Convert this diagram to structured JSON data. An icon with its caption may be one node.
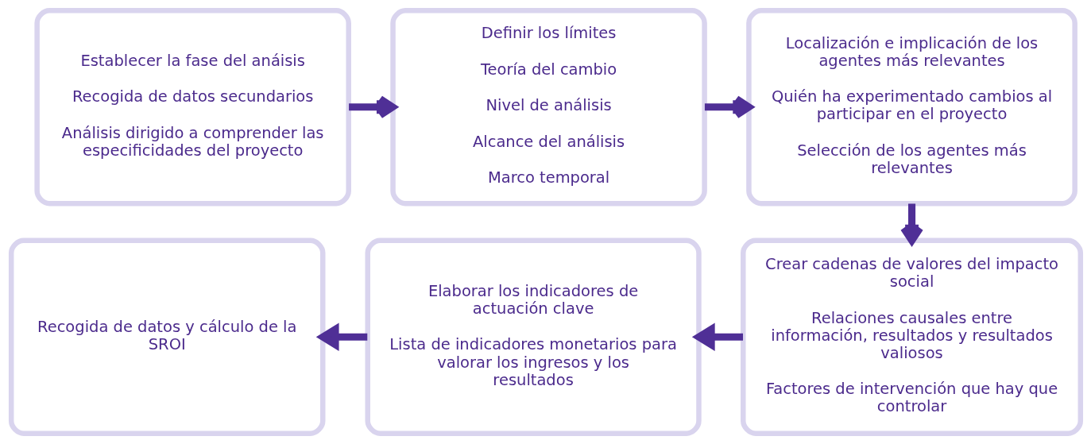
{
  "diagram": {
    "nodes": [
      {
        "text": [
          "Establecer la fase del anáisis",
          "Recogida de datos secundarios",
          "Análisis dirigido a comprender las especificidades del proyecto"
        ]
      },
      {
        "text": [
          "Definir los límites",
          "Teoría del cambio",
          "Nivel de análisis",
          "Alcance del análisis",
          "Marco temporal"
        ]
      },
      {
        "text": [
          "Localización e implicación de los agentes más relevantes",
          "Quién ha experimentado cambios al participar en el proyecto",
          "Selección de los agentes más relevantes"
        ]
      },
      {
        "text": [
          "Recogida de datos y cálculo de la SROI"
        ]
      },
      {
        "text": [
          "Elaborar los indicadores de actuación clave",
          "Lista de indicadores monetarios para valorar los ingresos y los resultados"
        ]
      },
      {
        "text": [
          "Crear cadenas de valores del impacto social",
          "Relaciones causales entre información, resultados y resultados valiosos",
          "Factores de intervención que hay que controlar"
        ]
      }
    ],
    "edges": [
      {
        "from": 0,
        "to": 1,
        "arrow": "to"
      },
      {
        "from": 1,
        "to": 2,
        "arrow": "to"
      },
      {
        "from": 2,
        "to": 5,
        "arrow": "to"
      },
      {
        "from": 5,
        "to": 4,
        "arrow": "to"
      },
      {
        "from": 4,
        "to": 3,
        "arrow": "to"
      }
    ]
  }
}
